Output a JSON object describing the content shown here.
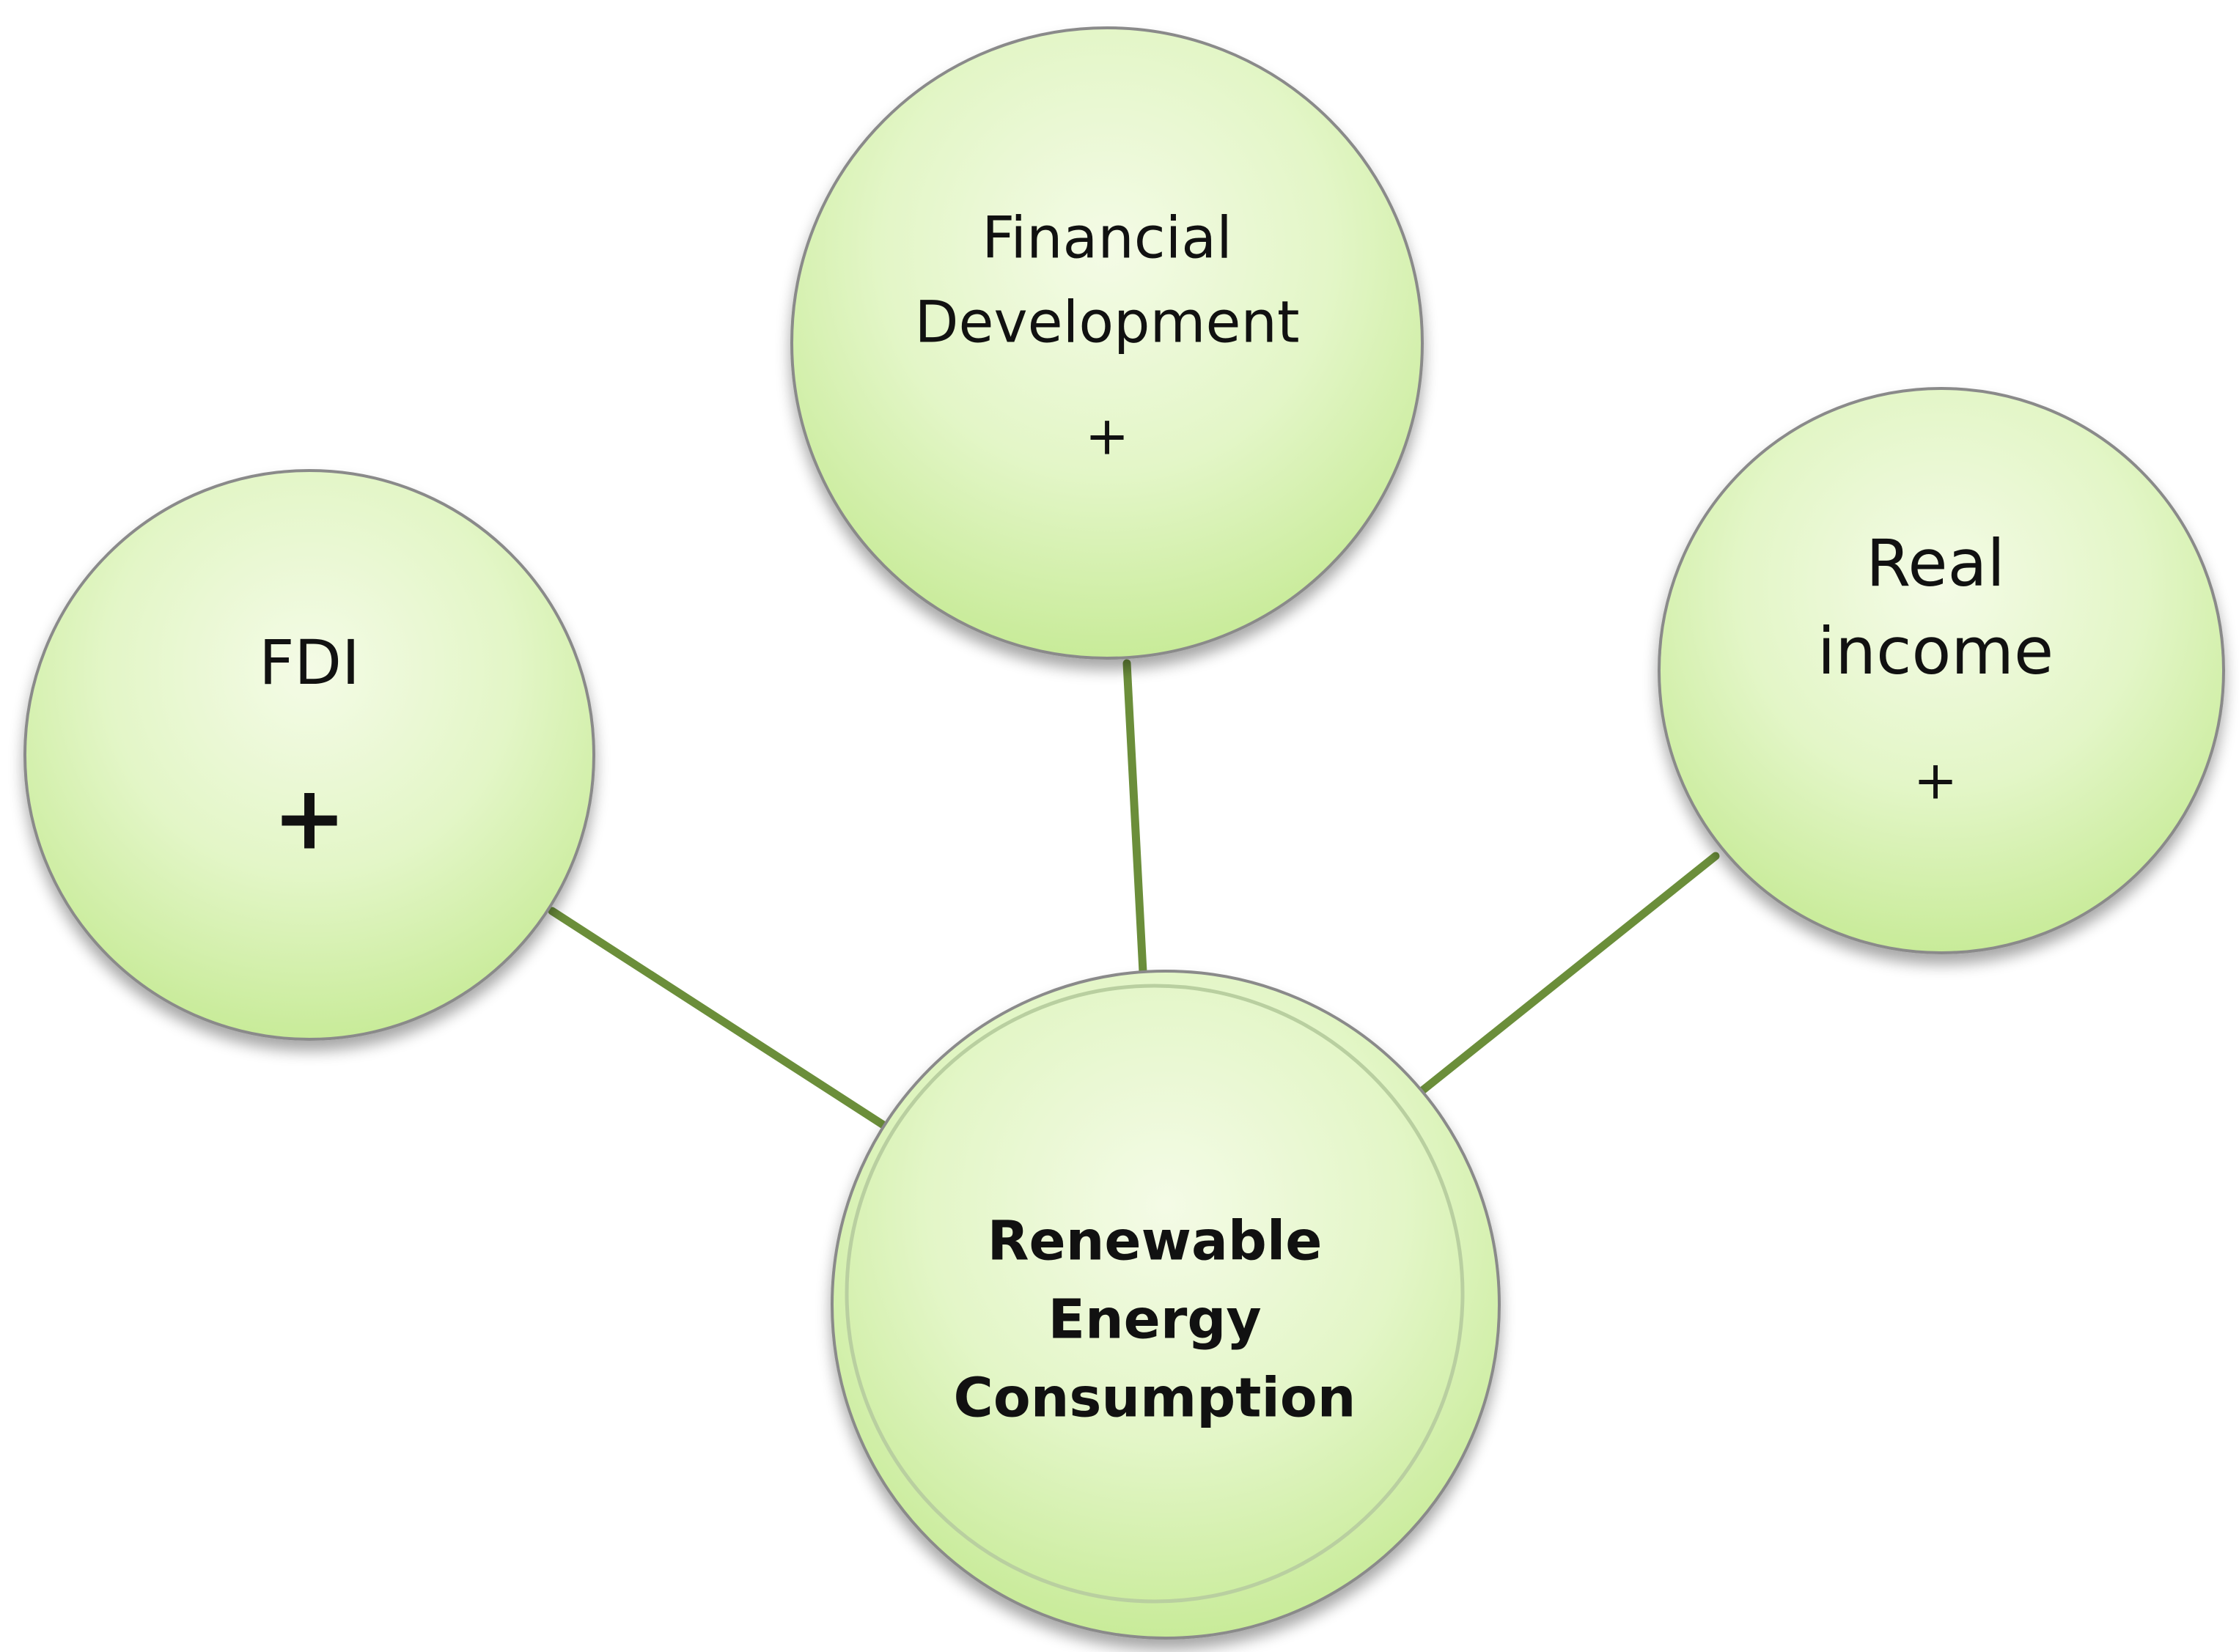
{
  "colors": {
    "connector": "#6b8e3a",
    "bubble_fill_light": "#f4fbe6",
    "bubble_fill_mid": "#dcf3b8",
    "bubble_fill_dark": "#c6ea95",
    "bubble_stroke": "#8a8a8a",
    "text": "#111111"
  },
  "nodes": {
    "fdi": {
      "label_line1": "FDI",
      "sign": "+"
    },
    "financial_development": {
      "label_line1": "Financial",
      "label_line2": "Development",
      "sign": "+"
    },
    "real_income": {
      "label_line1": "Real",
      "label_line2": "income",
      "sign": "+"
    },
    "renewable_energy_consumption": {
      "label_line1": "Renewable",
      "label_line2": "Energy",
      "label_line3": "Consumption"
    }
  }
}
